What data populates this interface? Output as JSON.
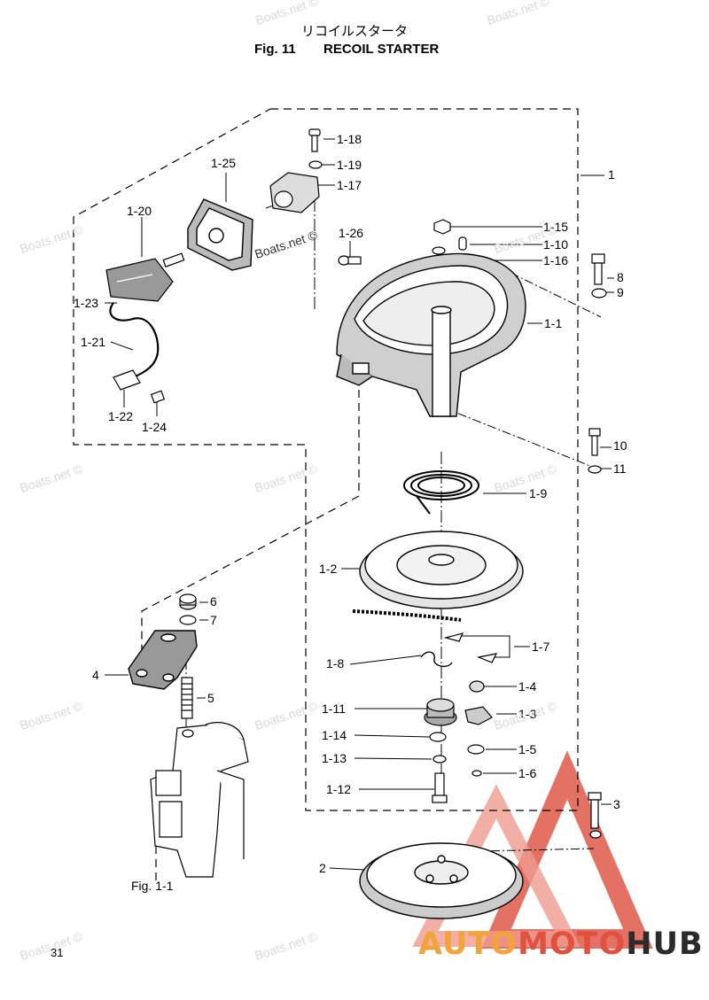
{
  "header": {
    "title_jp": "リコイルスタータ",
    "fig_label": "Fig. 11",
    "title_en": "RECOIL STARTER"
  },
  "callouts": [
    {
      "id": "1-18",
      "text": "1-18"
    },
    {
      "id": "1-19",
      "text": "1-19"
    },
    {
      "id": "1-17",
      "text": "1-17"
    },
    {
      "id": "1",
      "text": "1"
    },
    {
      "id": "1-25",
      "text": "1-25"
    },
    {
      "id": "1-20",
      "text": "1-20"
    },
    {
      "id": "1-26",
      "text": "1-26"
    },
    {
      "id": "1-15",
      "text": "1-15"
    },
    {
      "id": "1-10",
      "text": "1-10"
    },
    {
      "id": "1-16",
      "text": "1-16"
    },
    {
      "id": "8",
      "text": "8"
    },
    {
      "id": "9",
      "text": "9"
    },
    {
      "id": "1-23",
      "text": "1-23"
    },
    {
      "id": "1-1",
      "text": "1-1"
    },
    {
      "id": "1-21",
      "text": "1-21"
    },
    {
      "id": "1-22",
      "text": "1-22"
    },
    {
      "id": "1-24",
      "text": "1-24"
    },
    {
      "id": "10",
      "text": "10"
    },
    {
      "id": "11",
      "text": "11"
    },
    {
      "id": "1-9",
      "text": "1-9"
    },
    {
      "id": "1-2",
      "text": "1-2"
    },
    {
      "id": "6",
      "text": "6"
    },
    {
      "id": "7",
      "text": "7"
    },
    {
      "id": "1-7",
      "text": "1-7"
    },
    {
      "id": "1-8",
      "text": "1-8"
    },
    {
      "id": "4",
      "text": "4"
    },
    {
      "id": "1-4",
      "text": "1-4"
    },
    {
      "id": "5",
      "text": "5"
    },
    {
      "id": "1-11",
      "text": "1-11"
    },
    {
      "id": "1-3",
      "text": "1-3"
    },
    {
      "id": "1-14",
      "text": "1-14"
    },
    {
      "id": "1-5",
      "text": "1-5"
    },
    {
      "id": "1-13",
      "text": "1-13"
    },
    {
      "id": "1-6",
      "text": "1-6"
    },
    {
      "id": "1-12",
      "text": "1-12"
    },
    {
      "id": "3",
      "text": "3"
    },
    {
      "id": "2",
      "text": "2"
    },
    {
      "id": "fig11ref",
      "text": "Fig. 1-1"
    }
  ],
  "watermark_text": "Boats.net ©",
  "page_number": "31",
  "brand": {
    "part1": "AUTO",
    "part2": "MOTO",
    "part3": "HUB",
    "color_auto": "#f2a33a",
    "color_moto": "#e0523f",
    "color_hub": "#2b2b2b",
    "triangle_color": "#e05a4a"
  }
}
